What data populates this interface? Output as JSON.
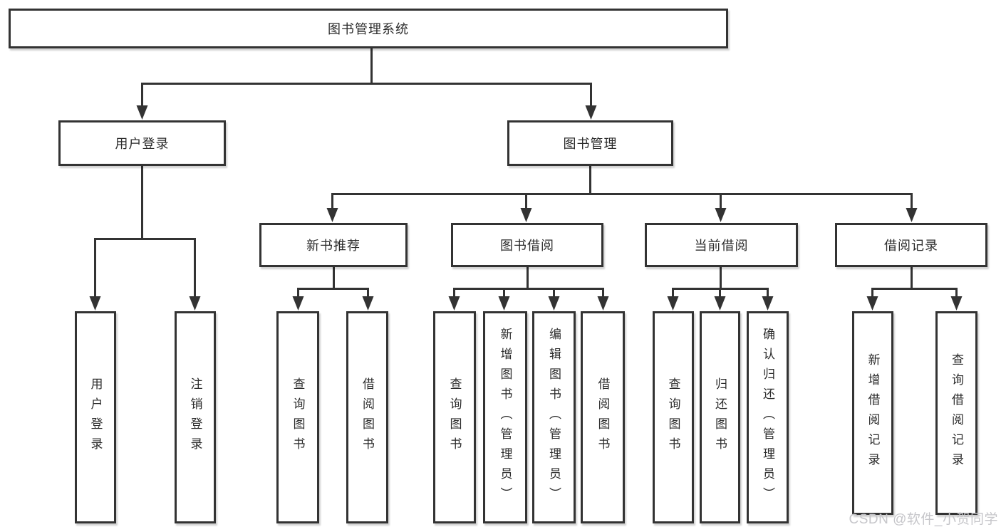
{
  "page": {
    "watermark": "CSDN @软件_小贺同学"
  },
  "colors": {
    "line": "#333333",
    "box_border": "#333333",
    "text": "#2b2b2b",
    "watermark": "#c6c6ca",
    "background": "#ffffff"
  },
  "tree": {
    "root": {
      "label": "图书管理系统"
    },
    "branches": [
      {
        "label": "用户登录",
        "children": [
          "用户登录",
          "注销登录"
        ]
      },
      {
        "label": "图书管理",
        "sections": [
          {
            "label": "新书推荐",
            "children": [
              "查询图书",
              "借阅图书"
            ]
          },
          {
            "label": "图书借阅",
            "children": [
              "查询图书",
              "新增图书（管理员）",
              "编辑图书（管理员）",
              "借阅图书"
            ]
          },
          {
            "label": "当前借阅",
            "children": [
              "查询图书",
              "归还图书",
              "确认归还（管理员）"
            ]
          },
          {
            "label": "借阅记录",
            "children": [
              "新增借阅记录",
              "查询借阅记录"
            ]
          }
        ]
      }
    ]
  }
}
